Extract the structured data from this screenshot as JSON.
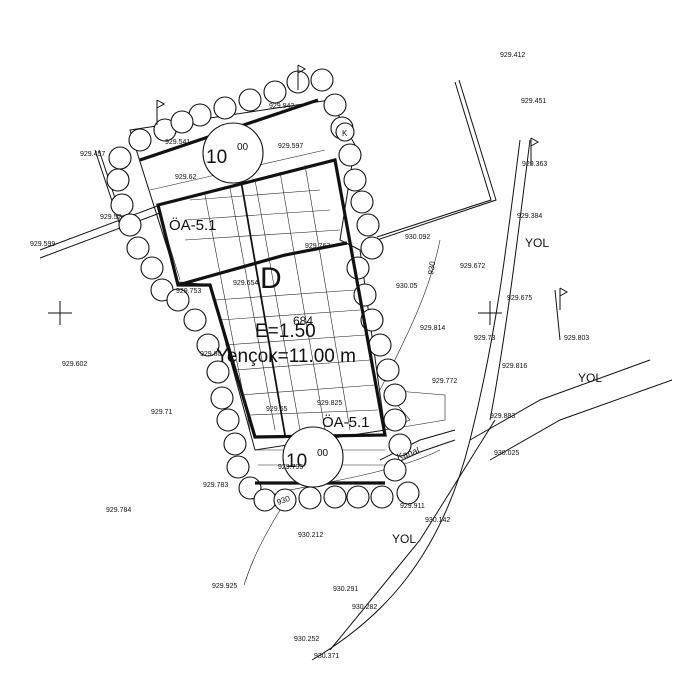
{
  "map": {
    "block_letter": "D",
    "zone_top_left": "ÖA-5.1",
    "zone_bottom_right": "ÖA-5.1",
    "scale_top_main": "10",
    "scale_top_sup": "00",
    "scale_bottom_main": "10",
    "scale_bottom_sup": "00",
    "area_number": "684",
    "emsal": "E=1.50",
    "height_limit": "Yençok=11.00 m",
    "corner_k": "K",
    "kanal_label": "Kanal",
    "road_labels": [
      "YOL",
      "YOL",
      "YOL"
    ],
    "contour_labels": [
      "930",
      "930"
    ],
    "elevations": [
      "929.412",
      "929.451",
      "929.942",
      "929.541",
      "929.597",
      "929.457",
      "929.363",
      "929.62",
      "929.52",
      "929.384",
      "929.599",
      "930.092",
      "929.763",
      "929.672",
      "929.654",
      "930.05",
      "929.675",
      "929.753",
      "929.803",
      "929.814",
      "929.73",
      "929.602",
      "929.60",
      "929.816",
      "929.772",
      "929.71",
      "929.65",
      "929.825",
      "929.883",
      "930.025",
      "929.795",
      "929.783",
      "929.784",
      "929.911",
      "930.142",
      "930.212",
      "929.925",
      "930.291",
      "930.282",
      "930.252",
      "930.371"
    ]
  }
}
